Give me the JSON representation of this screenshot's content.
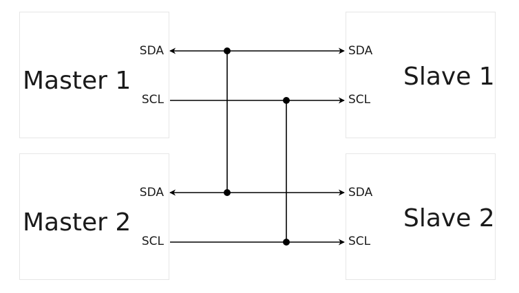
{
  "devices": {
    "master1": {
      "name": "Master 1",
      "pins": [
        "SDA",
        "SCL"
      ]
    },
    "master2": {
      "name": "Master 2",
      "pins": [
        "SDA",
        "SCL"
      ]
    },
    "slave1": {
      "name": "Slave 1",
      "pins": [
        "SDA",
        "SCL"
      ]
    },
    "slave2": {
      "name": "Slave 2",
      "pins": [
        "SDA",
        "SCL"
      ]
    }
  },
  "line_color": "#000000"
}
